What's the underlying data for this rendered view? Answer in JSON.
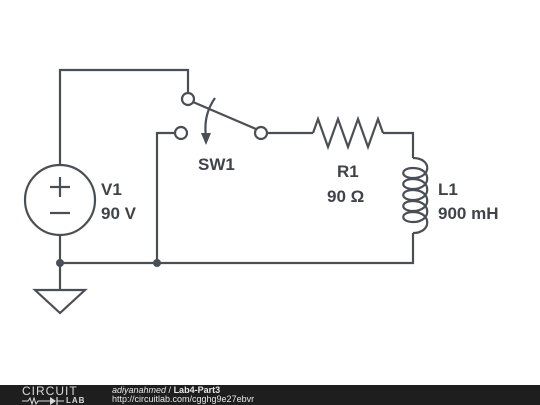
{
  "components": {
    "source": {
      "name": "V1",
      "value": "90 V"
    },
    "switch": {
      "name": "SW1"
    },
    "resistor": {
      "name": "R1",
      "value": "90 Ω"
    },
    "inductor": {
      "name": "L1",
      "value": "900 mH"
    }
  },
  "footer": {
    "logo_top": "CIRCUIT",
    "logo_bottom": "LAB",
    "author": "adiyanahmed",
    "separator": " / ",
    "title": "Lab4-Part3",
    "url": "http://circuitlab.com/cgghg9e27ebvr"
  },
  "colors": {
    "wire": "#4a4f55",
    "footer_bg": "#1e1e1e"
  }
}
